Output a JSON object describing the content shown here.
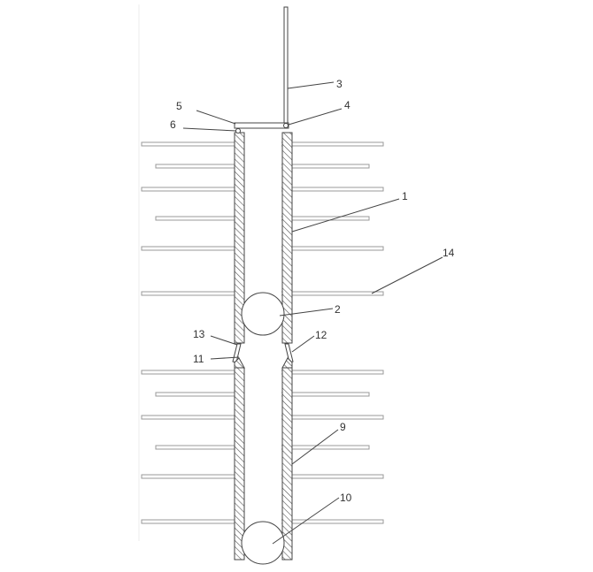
{
  "figure": {
    "labels": {
      "l1": "1",
      "l2": "2",
      "l3": "3",
      "l4": "4",
      "l5": "5",
      "l6": "6",
      "l9": "9",
      "l10": "10",
      "l11": "11",
      "l12": "12",
      "l13": "13",
      "l14": "14"
    }
  }
}
